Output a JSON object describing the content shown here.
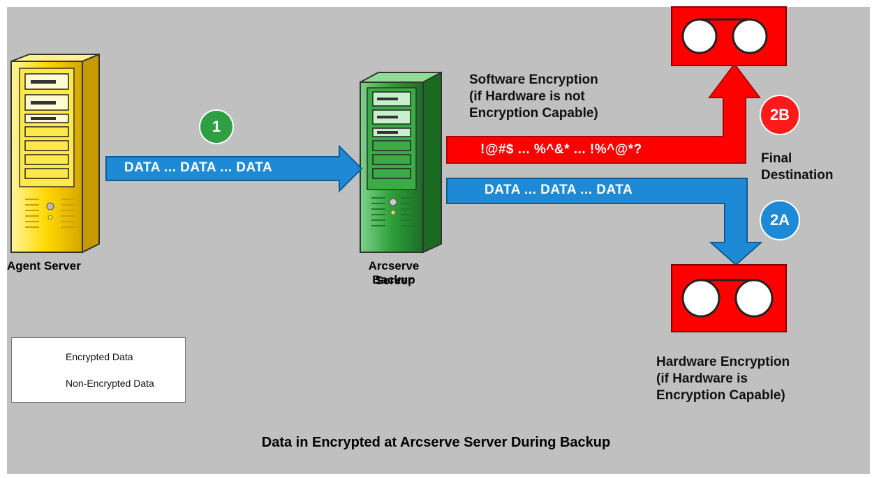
{
  "diagram": {
    "agent_server_label": "Agent Server",
    "backup_server_label_line1": "Arcserve Backup",
    "backup_server_label_line2": "Server",
    "step1_badge": "1",
    "step2a_badge": "2A",
    "step2b_badge": "2B",
    "arrow_data_text_1": "DATA ... DATA ... DATA",
    "arrow_data_text_2": "DATA ... DATA ... DATA",
    "arrow_encrypted_text": "!@#$ ... %^&* ... !%^@*?",
    "software_encryption_line1": "Software Encryption",
    "software_encryption_line2": "(if Hardware is not",
    "software_encryption_line3": "Encryption Capable)",
    "final_destination_line1": "Final",
    "final_destination_line2": "Destination",
    "hardware_encryption_line1": "Hardware Encryption",
    "hardware_encryption_line2": "(if Hardware is",
    "hardware_encryption_line3": "Encryption Capable)",
    "title": "Data in Encrypted at Arcserve Server During Backup"
  },
  "legend": {
    "encrypted_label": "Encrypted Data",
    "non_encrypted_label": "Non-Encrypted Data"
  },
  "colors": {
    "encrypted": "#ff0000",
    "non_encrypted": "#1e8ad6",
    "agent_server": "#ffd800",
    "backup_server": "#2e9e3a",
    "background": "#c0c0c0"
  }
}
